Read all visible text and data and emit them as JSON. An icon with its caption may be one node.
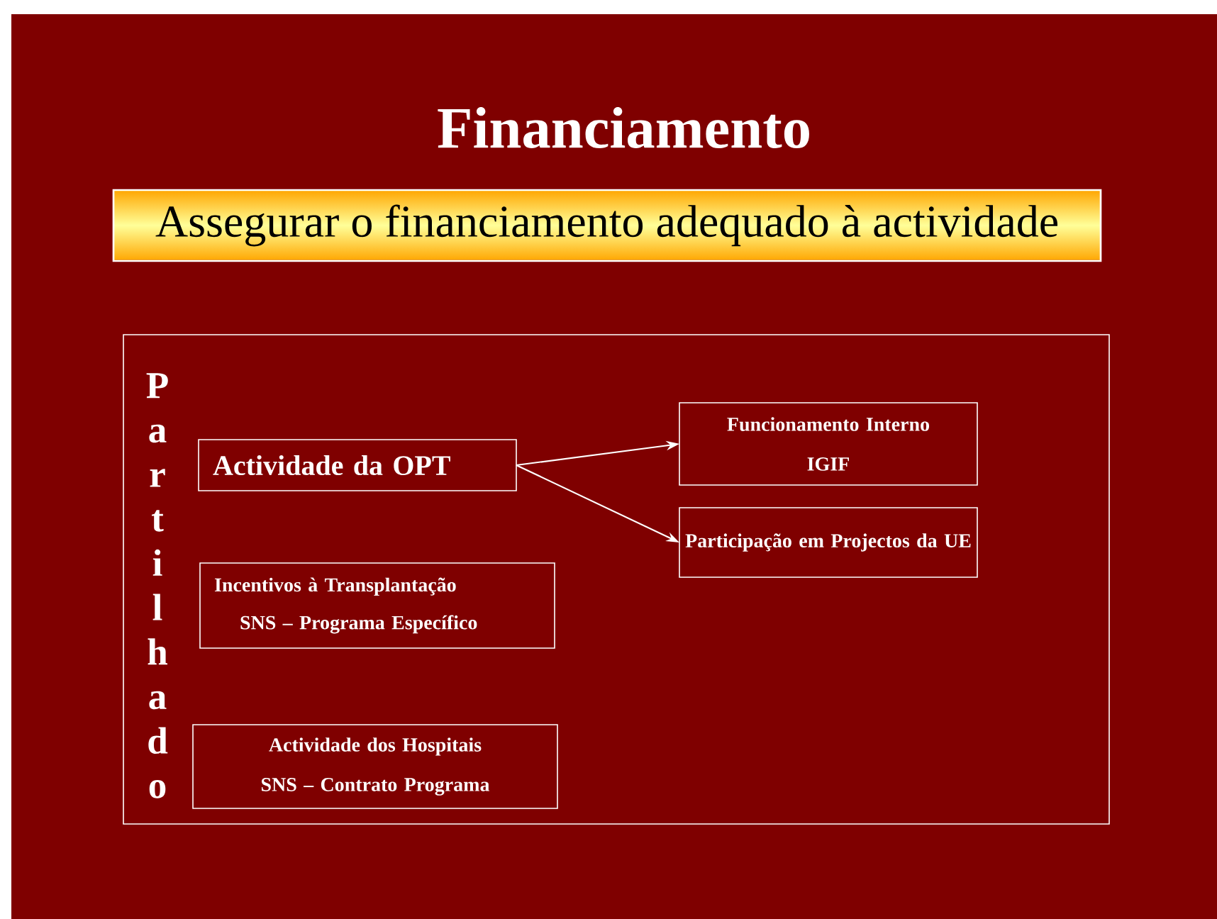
{
  "diagram": {
    "title": "Financiamento",
    "nodes": [
      {
        "text": [
          "Assegurar o financiamento adequado à actividade"
        ]
      },
      {
        "text": [
          "Partilhado"
        ]
      },
      {
        "text": [
          "Actividade da OPT"
        ],
        "in": 1
      },
      {
        "text": [
          "Incentivos à Transplantação",
          "SNS – Programa Específico"
        ],
        "in": 1
      },
      {
        "text": [
          "Actividade dos Hospitais",
          "SNS – Contrato Programa"
        ],
        "in": 1
      },
      {
        "text": [
          "Funcionamento Interno",
          "IGIF"
        ],
        "in": 1
      },
      {
        "text": [
          "Participação em Projectos da UE"
        ],
        "in": 1
      }
    ],
    "edges": [
      {
        "from": 2,
        "to": 5,
        "arrow": "to"
      },
      {
        "from": 2,
        "to": 6,
        "arrow": "to"
      }
    ]
  }
}
